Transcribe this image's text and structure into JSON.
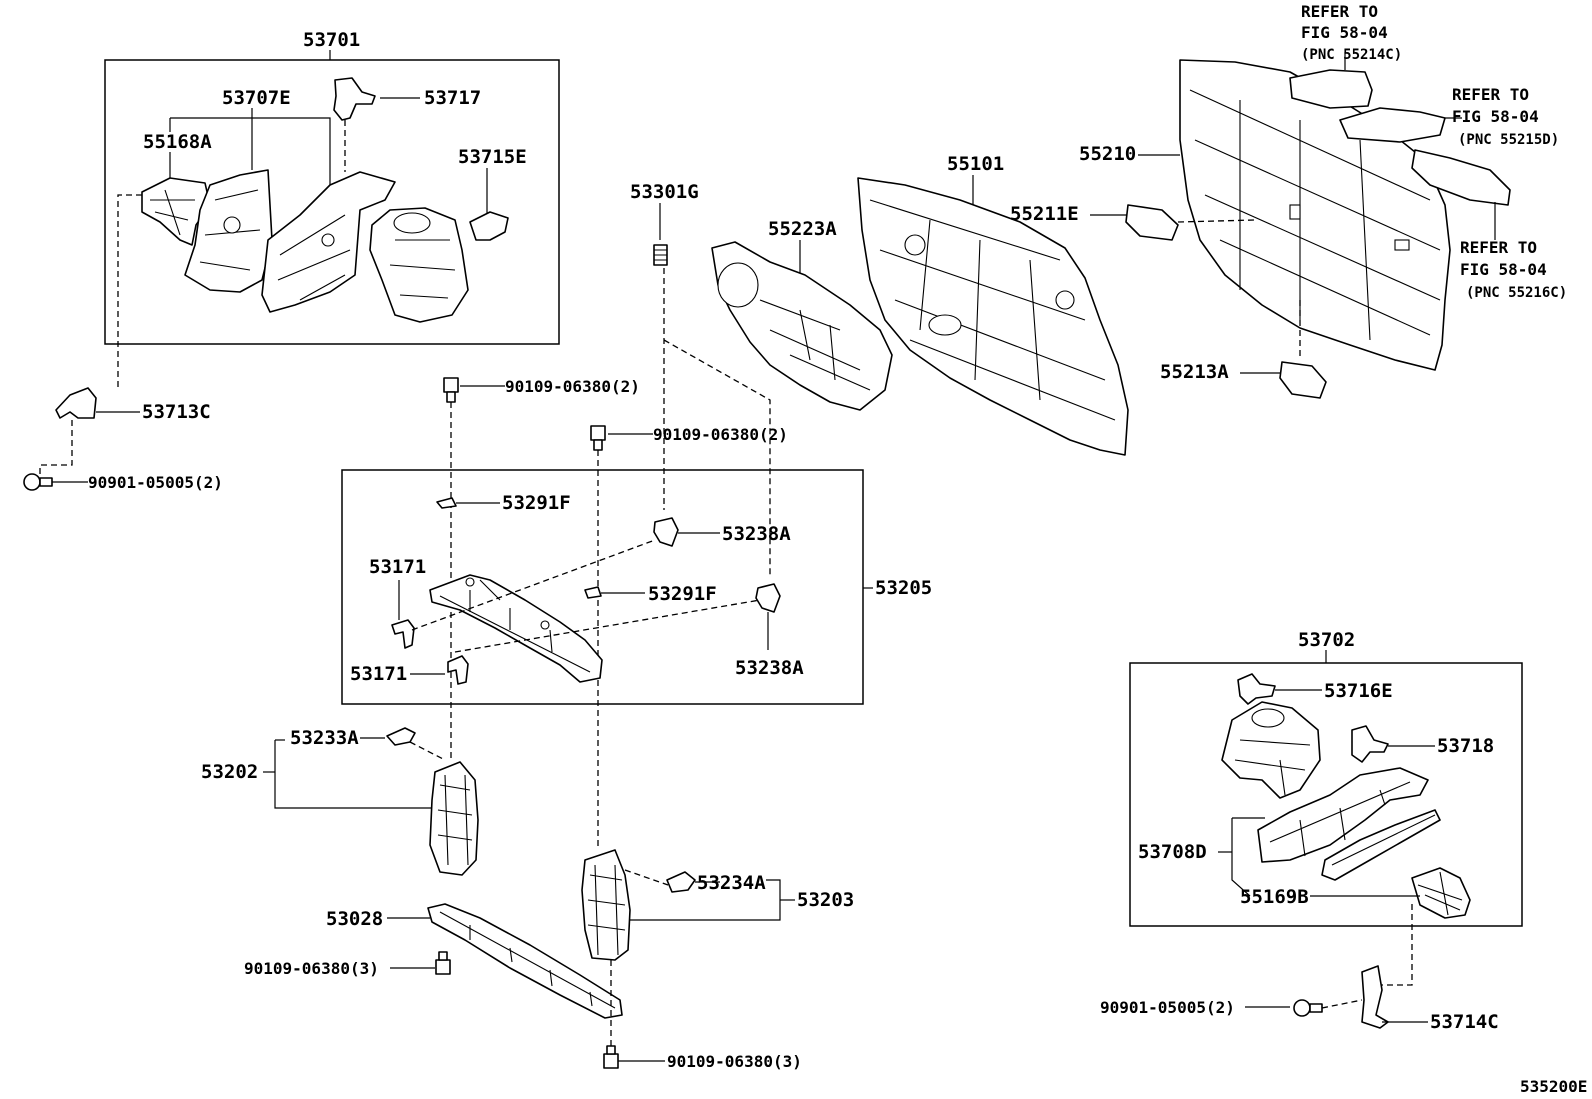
{
  "labels": {
    "p53701": "53701",
    "p53707e": "53707E",
    "p53717": "53717",
    "p55168a": "55168A",
    "p53715e": "53715E",
    "p53713c": "53713C",
    "p90901_l": "90901-05005(2)",
    "p53301g": "53301G",
    "p55223a": "55223A",
    "p55101": "55101",
    "p55210": "55210",
    "p55211e": "55211E",
    "p55213a": "55213A",
    "p90109_a": "90109-06380(2)",
    "p90109_b": "90109-06380(2)",
    "p53291f_a": "53291F",
    "p53238a_a": "53238A",
    "p53171_a": "53171",
    "p53291f_b": "53291F",
    "p53205": "53205",
    "p53171_b": "53171",
    "p53238a_b": "53238A",
    "p53233a": "53233A",
    "p53202": "53202",
    "p53234a": "53234A",
    "p53203": "53203",
    "p53028": "53028",
    "p90109_c": "90109-06380(3)",
    "p90109_d": "90109-06380(3)",
    "p53702": "53702",
    "p53716e": "53716E",
    "p53718": "53718",
    "p53708d": "53708D",
    "p55169b": "55169B",
    "p90901_r": "90901-05005(2)",
    "p53714c": "53714C",
    "diagram_id": "535200E"
  },
  "references": [
    {
      "line1": "REFER TO",
      "line2": "FIG 58-04",
      "line3": "(PNC 55214C)"
    },
    {
      "line1": "REFER TO",
      "line2": "FIG 58-04",
      "line3": "(PNC 55215D)"
    },
    {
      "line1": "REFER TO",
      "line2": "FIG 58-04",
      "line3": "(PNC 55216C)"
    }
  ]
}
